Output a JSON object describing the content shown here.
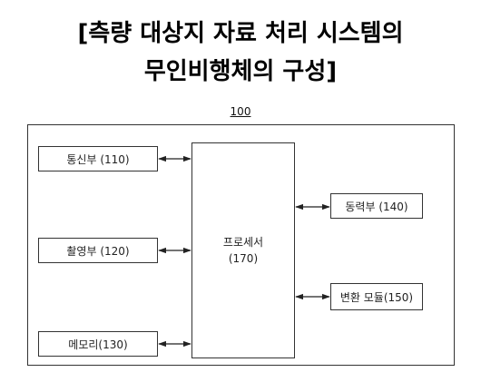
{
  "title": {
    "line1": "[측량 대상지 자료 처리 시스템의",
    "line2": "무인비행체의 구성]"
  },
  "diagram": {
    "reference": "100",
    "components": {
      "communication": "통신부 (110)",
      "camera": "촬영부 (120)",
      "memory": "메모리(130)",
      "power": "동력부 (140)",
      "converter": "변환 모듈(150)",
      "processor_name": "프로세서",
      "processor_code": "(170)"
    }
  }
}
